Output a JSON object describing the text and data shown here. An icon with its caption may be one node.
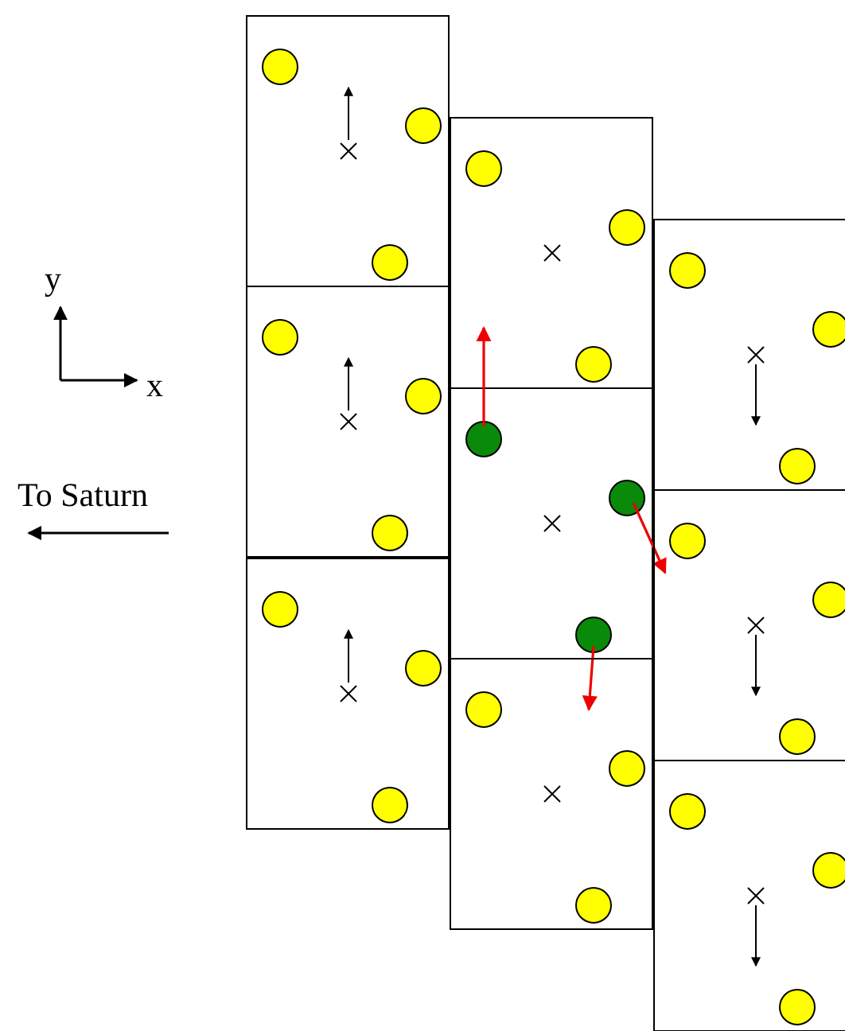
{
  "diagram": {
    "labels": [
      "y",
      "x",
      "To Saturn"
    ]
  }
}
